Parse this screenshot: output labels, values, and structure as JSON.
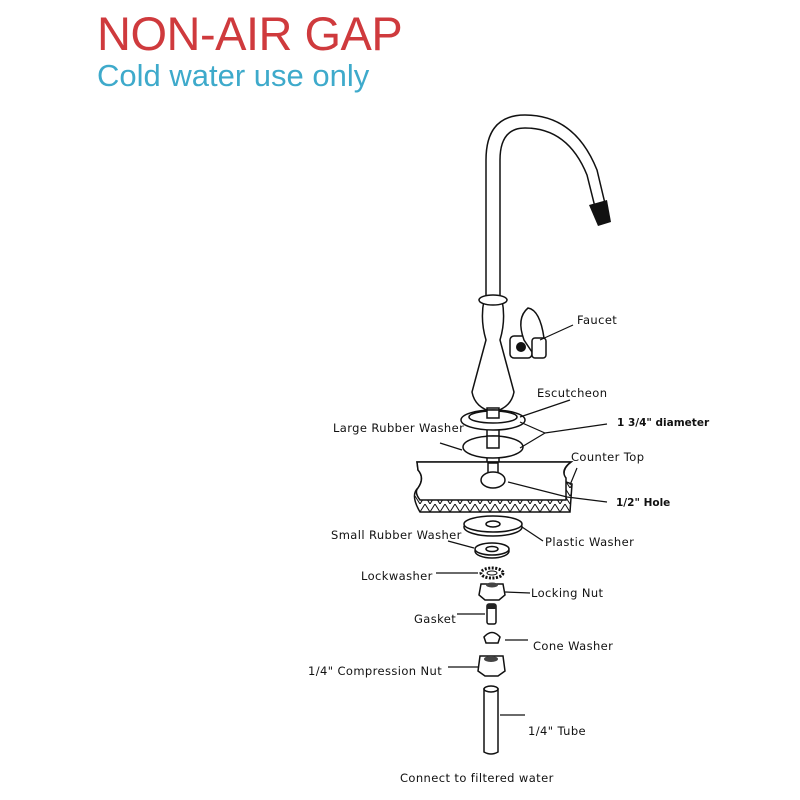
{
  "header": {
    "title": "NON-AIR GAP",
    "subtitle": "Cold water use only"
  },
  "labels": {
    "faucet": "Faucet",
    "escutcheon": "Escutcheon",
    "large_rubber_washer": "Large Rubber Washer",
    "diameter": "1 3/4\" diameter",
    "counter_top": "Counter Top",
    "hole": "1/2\" Hole",
    "small_rubber_washer": "Small Rubber Washer",
    "plastic_washer": "Plastic Washer",
    "lockwasher": "Lockwasher",
    "locking_nut": "Locking Nut",
    "gasket": "Gasket",
    "cone_washer": "Cone Washer",
    "compression_nut": "1/4\" Compression Nut",
    "tube": "1/4\" Tube",
    "connect": "Connect to filtered water"
  },
  "colors": {
    "title": "#cf3a3d",
    "subtitle": "#3eaacb"
  }
}
